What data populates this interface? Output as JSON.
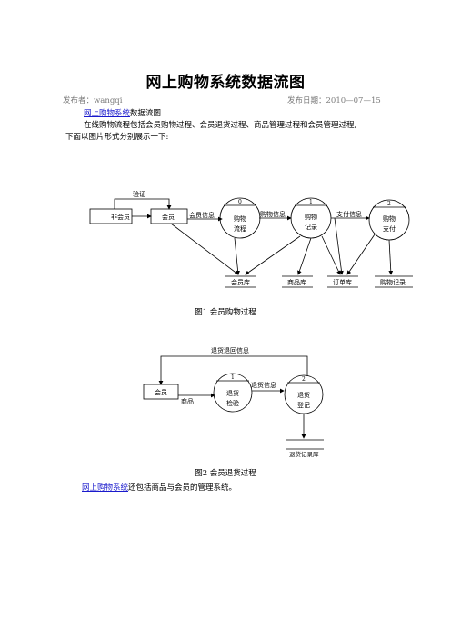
{
  "doc": {
    "title": "网上购物系统数据流图",
    "publisher_label": "发布者：wangqi",
    "date_label": "发布日期：2010—07—15",
    "intro_link": "网上购物系统",
    "intro_link_suffix": "数据流图",
    "intro_line2": "在线购物流程包括会员购物过程、会员退货过程、商品管理过程和会员管理过程,",
    "intro_line3": "下面以图片形式分别展示一下:",
    "footer_link": "网上购物系统",
    "footer_suffix": "还包括商品与会员的管理系统。"
  },
  "fig1": {
    "caption": "图1  会员购物过程",
    "entity_nonmember": "非会员",
    "entity_member": "会员",
    "flow_verify": "验证",
    "flow_member_info": "会员信息",
    "flow_purchase_info": "购物信息",
    "flow_payment_info": "支付信息",
    "proc0_num": "0",
    "proc0_l1": "购物",
    "proc0_l2": "流程",
    "proc1_num": "1",
    "proc1_l1": "购物",
    "proc1_l2": "记录",
    "proc2_num": "2",
    "proc2_l1": "购物",
    "proc2_l2": "支付",
    "store_member": "会员库",
    "store_goods": "商品库",
    "store_order": "订单库",
    "store_purchase": "购物记录"
  },
  "fig2": {
    "caption": "图2  会员退货过程",
    "entity_member": "会员",
    "flow_return_info": "退货退回信息",
    "flow_goods": "商品",
    "flow_return_detail": "退货信息",
    "proc1_num": "1",
    "proc1_l1": "退货",
    "proc1_l2": "检验",
    "proc2_num": "2",
    "proc2_l1": "退货",
    "proc2_l2": "登记",
    "store_return": "退货记录库"
  }
}
